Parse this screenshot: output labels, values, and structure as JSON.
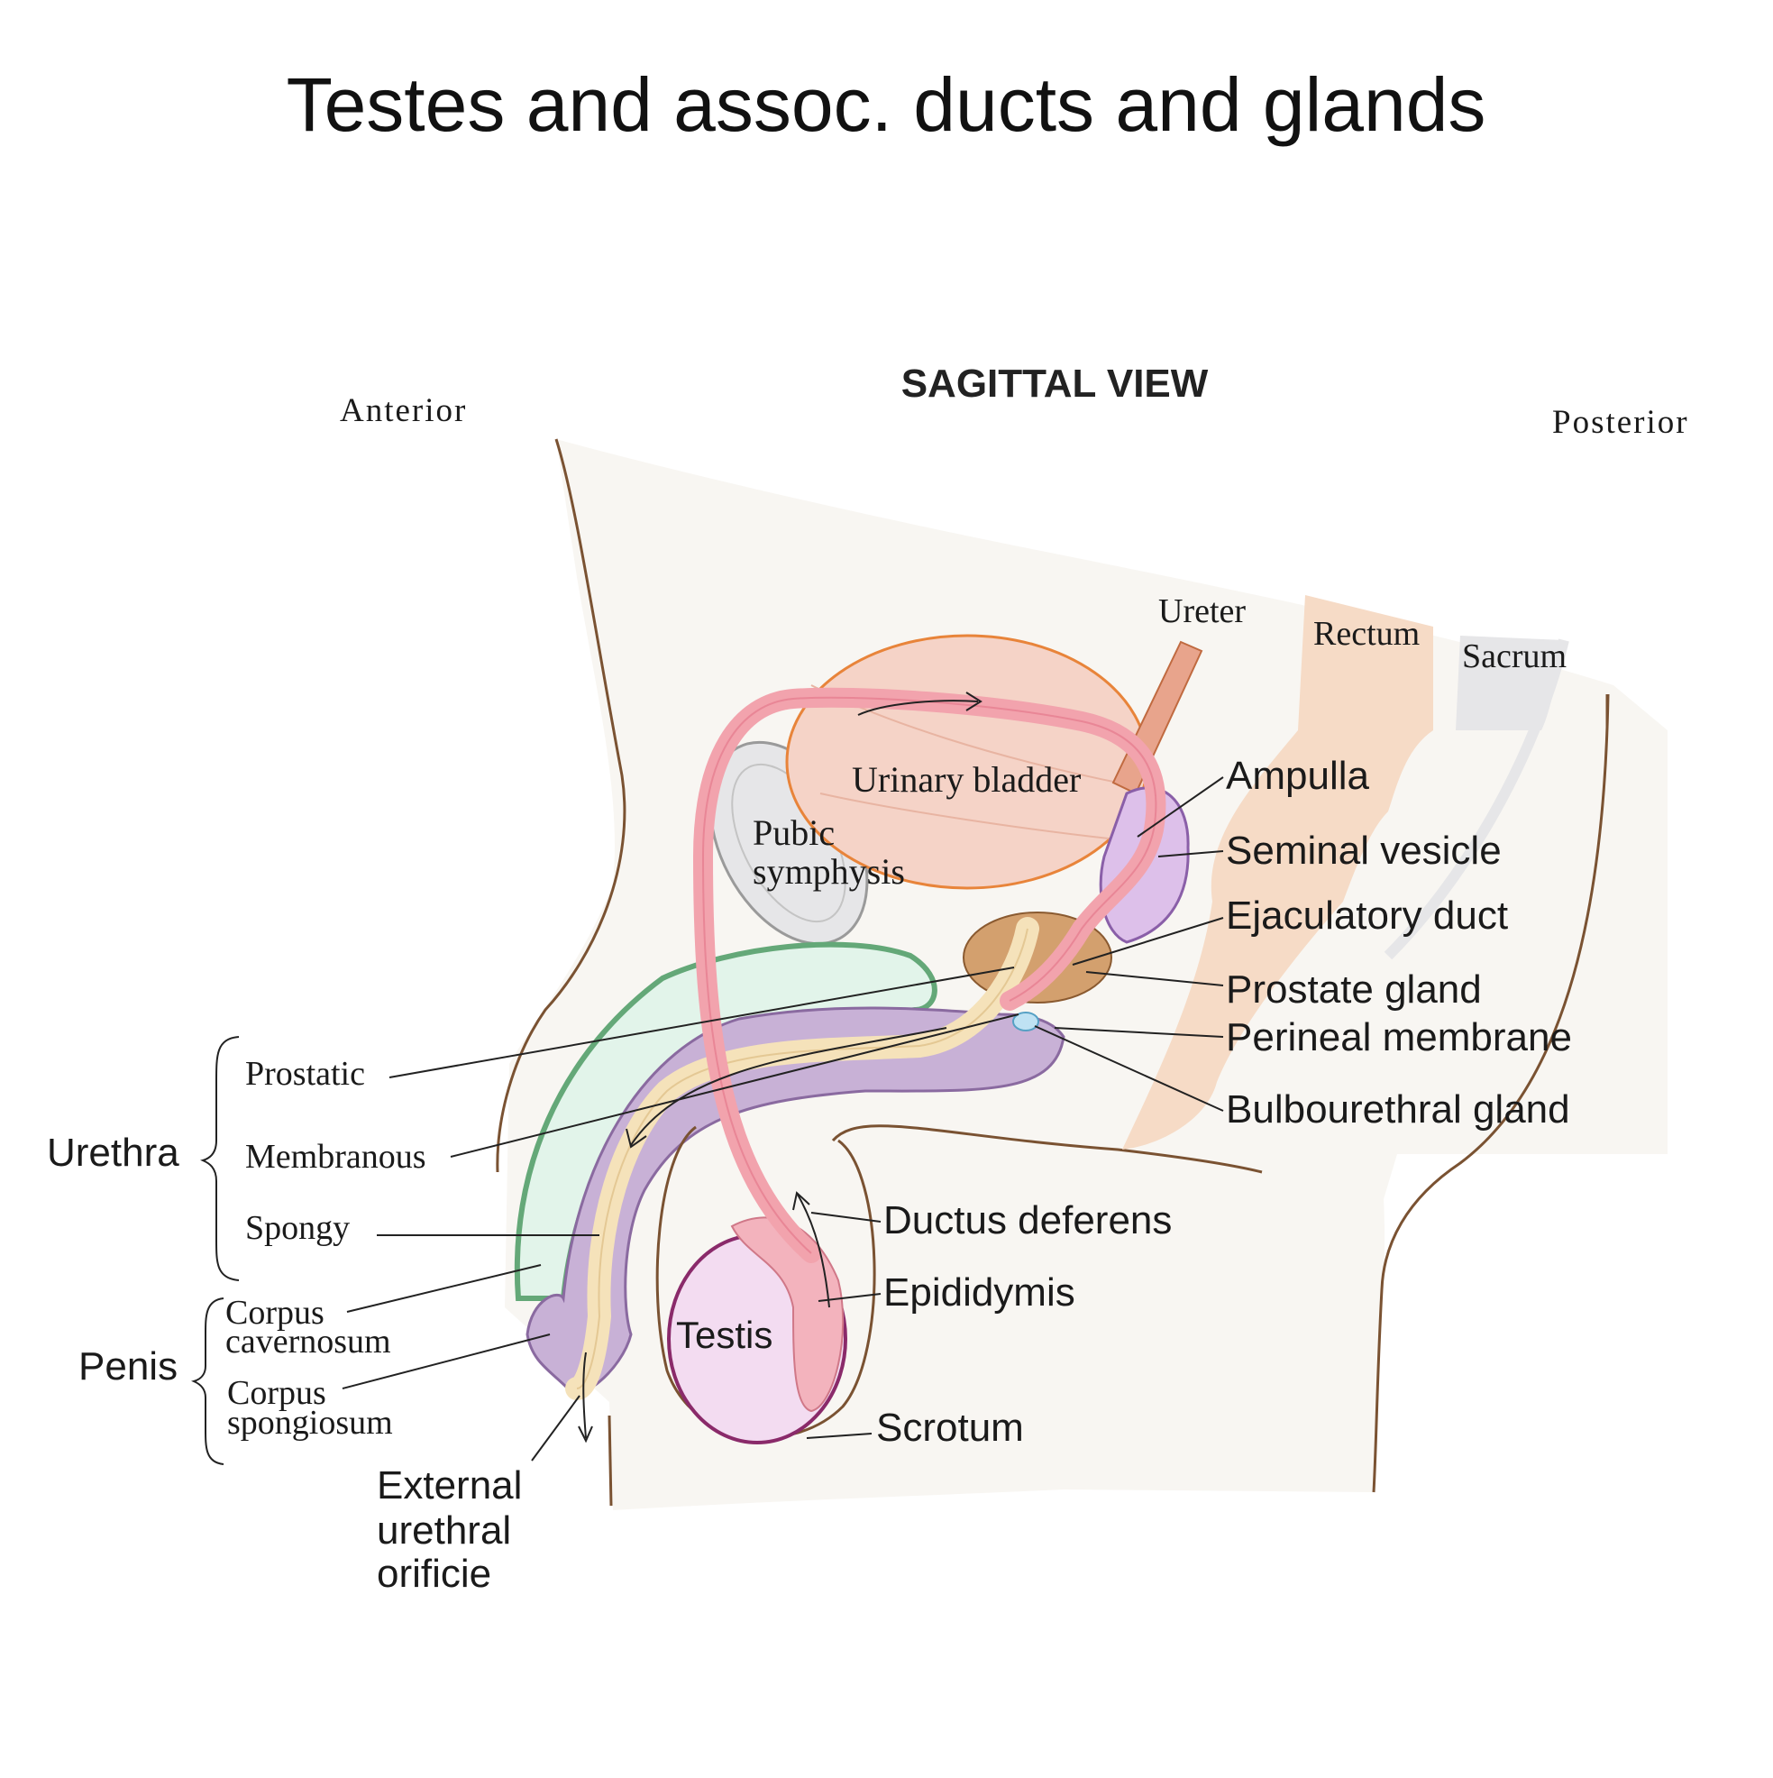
{
  "title": "Testes and assoc. ducts and glands",
  "view": "SAGITTAL VIEW",
  "orientation": {
    "anterior": "Anterior",
    "posterior": "Posterior"
  },
  "structures": {
    "ureter": "Ureter",
    "rectum": "Rectum",
    "sacrum": "Sacrum",
    "bladder": "Urinary bladder",
    "pubic_1": "Pubic",
    "pubic_2": "symphysis",
    "testis": "Testis"
  },
  "right_labels": {
    "ampulla": "Ampulla",
    "seminal_vesicle": "Seminal vesicle",
    "ejaculatory_duct": "Ejaculatory duct",
    "prostate": "Prostate gland",
    "perineal": "Perineal membrane",
    "bulbourethral": "Bulbourethral gland",
    "ductus": "Ductus deferens",
    "epididymis": "Epididymis",
    "scrotum": "Scrotum"
  },
  "urethra": {
    "group": "Urethra",
    "prostatic": "Prostatic",
    "membranous": "Membranous",
    "spongy": "Spongy"
  },
  "penis": {
    "group": "Penis",
    "cav_1": "Corpus",
    "cav_2": "cavernosum",
    "spo_1": "Corpus",
    "spo_2": "spongiosum"
  },
  "external": {
    "l1": "External",
    "l2": "urethral",
    "l3": "orificie"
  },
  "colors": {
    "skin_fill": "#f8f6f2",
    "skin_outline": "#7a5232",
    "bladder": "#f5d3c7",
    "ductus": "#f2a3ad",
    "cavernosum": "#e2f4ea",
    "spongiosum": "#c8b1d6",
    "prostate": "#d3a06e",
    "testis": "#f3dcf1",
    "bone": "#e6e6e8"
  }
}
